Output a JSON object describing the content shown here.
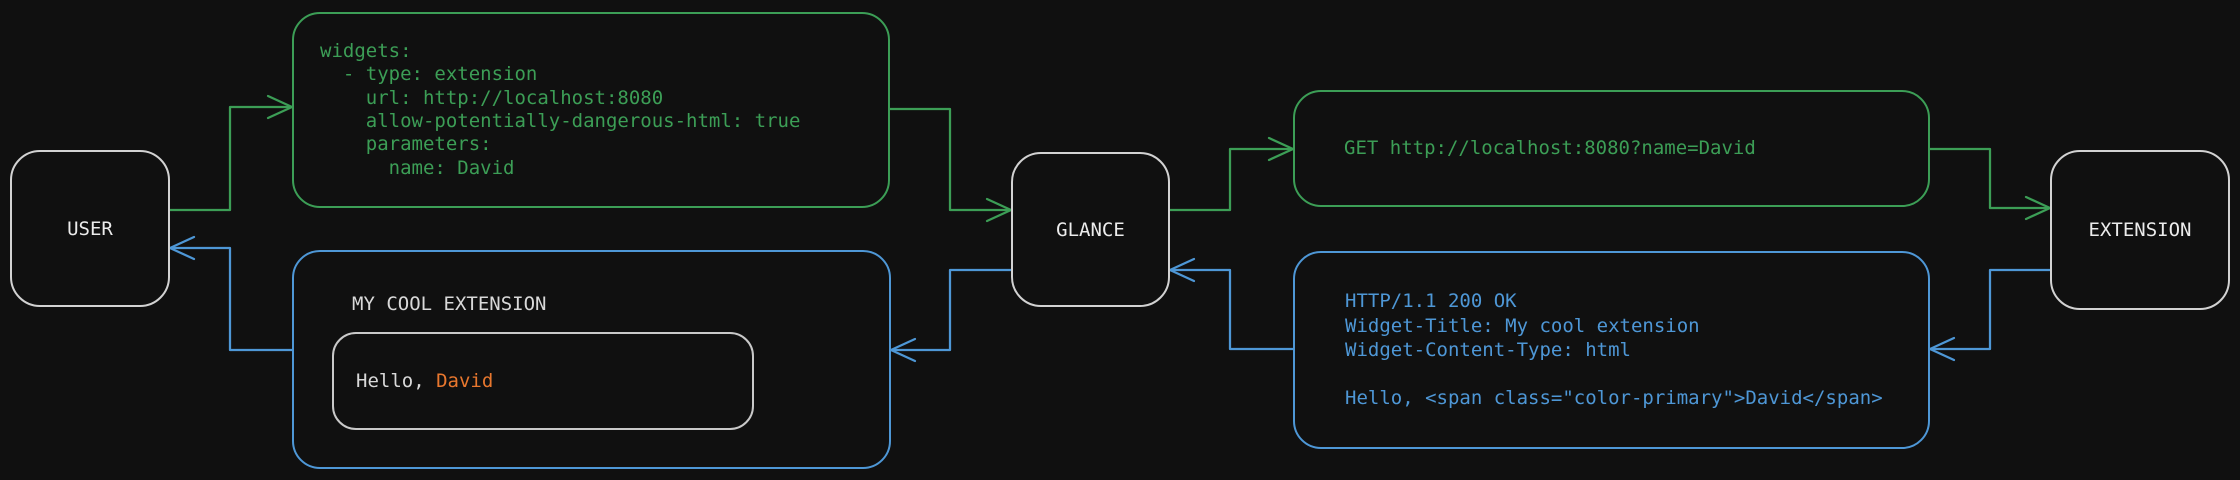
{
  "colors": {
    "background": "#101010",
    "green": "#3c9e56",
    "blue": "#4e97d6",
    "orange": "#e8772e",
    "node_border": "#d2d2d2",
    "text_light": "#ececec"
  },
  "nodes": {
    "user": {
      "label": "USER"
    },
    "glance": {
      "label": "GLANCE"
    },
    "extension": {
      "label": "EXTENSION"
    }
  },
  "config_box": {
    "code": "widgets:\n  - type: extension\n    url: http://localhost:8080\n    allow-potentially-dangerous-html: true\n    parameters:\n      name: David"
  },
  "request_box": {
    "code": "GET http://localhost:8080?name=David"
  },
  "response_box": {
    "code": "HTTP/1.1 200 OK\nWidget-Title: My cool extension\nWidget-Content-Type: html\n\nHello, <span class=\"color-primary\">David</span>"
  },
  "widget_box": {
    "title": "MY COOL EXTENSION",
    "greeting_prefix": "Hello, ",
    "greeting_name": "David"
  },
  "edges": [
    {
      "from": "user",
      "to": "config-yaml",
      "phase": "request",
      "color": "green"
    },
    {
      "from": "config-yaml",
      "to": "glance",
      "phase": "request",
      "color": "green"
    },
    {
      "from": "glance",
      "to": "http-request",
      "phase": "request",
      "color": "green"
    },
    {
      "from": "http-request",
      "to": "extension",
      "phase": "request",
      "color": "green"
    },
    {
      "from": "extension",
      "to": "http-response",
      "phase": "response",
      "color": "blue"
    },
    {
      "from": "http-response",
      "to": "glance",
      "phase": "response",
      "color": "blue"
    },
    {
      "from": "glance",
      "to": "widget-preview",
      "phase": "response",
      "color": "blue"
    },
    {
      "from": "widget-preview",
      "to": "user",
      "phase": "response",
      "color": "blue"
    }
  ]
}
